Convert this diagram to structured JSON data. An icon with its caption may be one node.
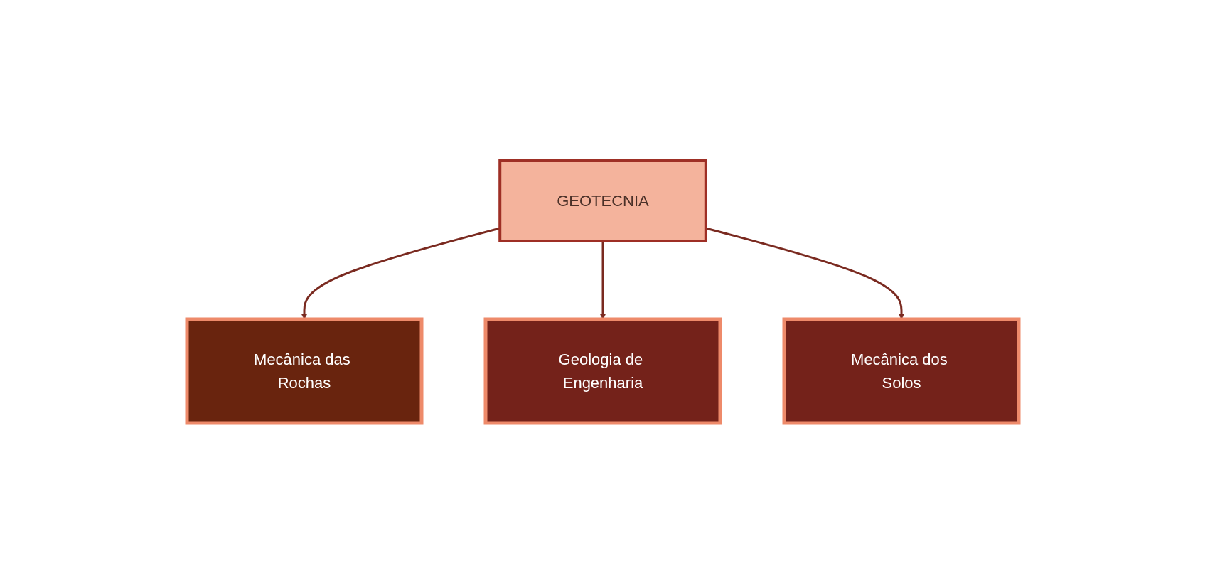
{
  "diagram": {
    "nodes": [
      {
        "text": [
          "GEOTECNIA"
        ]
      },
      {
        "text": [
          "Mecânica das Rochas"
        ]
      },
      {
        "text": [
          "Geologia de Engenharia"
        ]
      },
      {
        "text": [
          "Mecânica dos Solos"
        ]
      }
    ],
    "edges": [
      {
        "from": 0,
        "to": 1,
        "arrow": "to"
      },
      {
        "from": 0,
        "to": 2,
        "arrow": "to"
      },
      {
        "from": 0,
        "to": 3,
        "arrow": "to"
      }
    ]
  }
}
